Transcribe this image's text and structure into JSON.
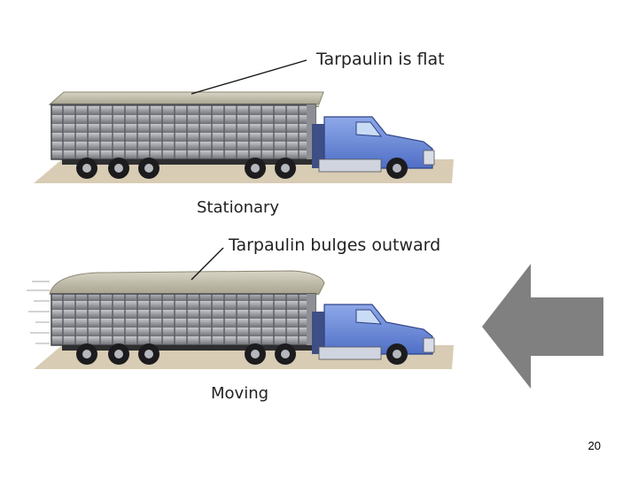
{
  "top_panel": {
    "callout": "Tarpaulin is flat",
    "caption": "Stationary"
  },
  "bottom_panel": {
    "callout": "Tarpaulin bulges outward",
    "caption": "Moving"
  },
  "arrow": {
    "direction": "left",
    "color": "#808080"
  },
  "slide_number": "20"
}
